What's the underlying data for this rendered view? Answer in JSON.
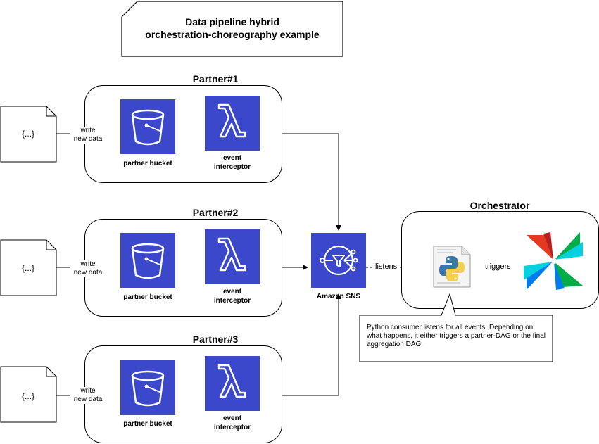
{
  "diagram": {
    "title_line1": "Data pipeline hybrid",
    "title_line2": "orchestration-choreography example",
    "partners": [
      {
        "label": "Partner#1",
        "source": "{...}",
        "write_line1": "write",
        "write_line2": "new data",
        "bucket": "partner bucket",
        "lambda_line1": "event",
        "lambda_line2": "interceptor"
      },
      {
        "label": "Partner#2",
        "source": "{...}",
        "write_line1": "write",
        "write_line2": "new data",
        "bucket": "partner bucket",
        "lambda_line1": "event",
        "lambda_line2": "interceptor"
      },
      {
        "label": "Partner#3",
        "source": "{...}",
        "write_line1": "write",
        "write_line2": "new data",
        "bucket": "partner bucket",
        "lambda_line1": "event",
        "lambda_line2": "interceptor"
      }
    ],
    "sns_label": "Amazon SNS",
    "listens_label": "listens",
    "orchestrator_label": "Orchestrator",
    "triggers_label": "triggers",
    "note_text": "Python consumer listens for all events. Depending on what happens, it either triggers a partner-DAG or the final aggregation DAG.",
    "colors": {
      "aws_blue": "#3b48cc",
      "python_blue": "#3b77a8",
      "python_yellow": "#f5d04a"
    }
  }
}
